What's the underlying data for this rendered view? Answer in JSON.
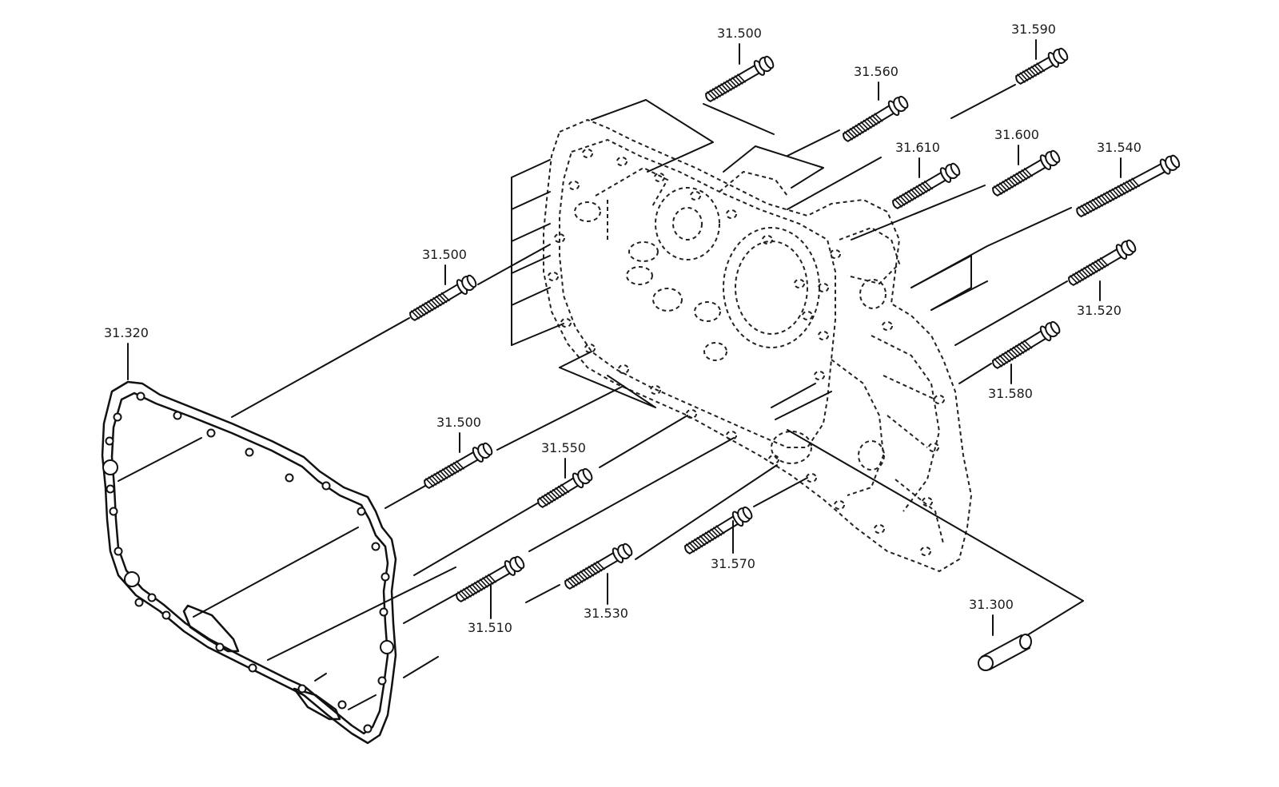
{
  "diagram": {
    "parts": [
      {
        "id": "p1",
        "label": "31.500"
      },
      {
        "id": "p2",
        "label": "31.590"
      },
      {
        "id": "p3",
        "label": "31.560"
      },
      {
        "id": "p4",
        "label": "31.610"
      },
      {
        "id": "p5",
        "label": "31.600"
      },
      {
        "id": "p6",
        "label": "31.540"
      },
      {
        "id": "p7",
        "label": "31.500"
      },
      {
        "id": "p8",
        "label": "31.520"
      },
      {
        "id": "p9",
        "label": "31.580"
      },
      {
        "id": "p10",
        "label": "31.320"
      },
      {
        "id": "p11",
        "label": "31.500"
      },
      {
        "id": "p12",
        "label": "31.550"
      },
      {
        "id": "p13",
        "label": "31.570"
      },
      {
        "id": "p14",
        "label": "31.510"
      },
      {
        "id": "p15",
        "label": "31.530"
      },
      {
        "id": "p16",
        "label": "31.300"
      }
    ]
  }
}
